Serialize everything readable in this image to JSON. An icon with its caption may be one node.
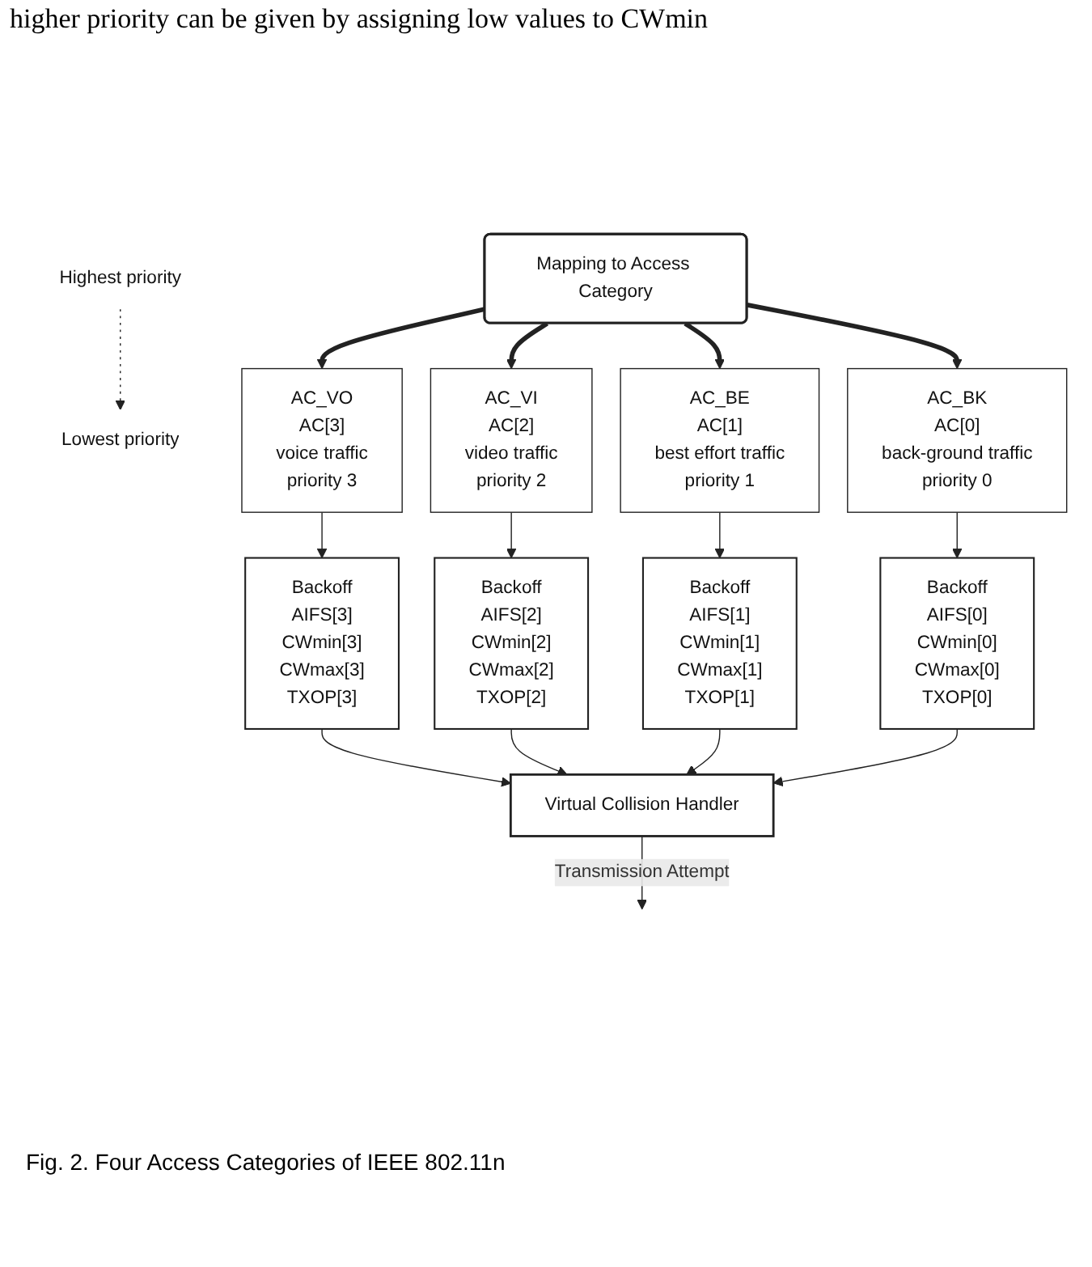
{
  "diagram": {
    "caption": "Fig. 2. Four Access Categories of IEEE 802.11n",
    "nodes": [
      {
        "text": [
          "Mapping to Access Category"
        ]
      },
      {
        "text": [
          "Highest priority"
        ]
      },
      {
        "text": [
          "Lowest priority"
        ]
      },
      {
        "text": [
          "AC_VO",
          "AC[3]",
          "voice traffic",
          "priority 3"
        ]
      },
      {
        "text": [
          "AC_VI",
          "AC[2]",
          "video traffic",
          "priority 2"
        ]
      },
      {
        "text": [
          "AC_BE",
          "AC[1]",
          "best effort traffic",
          "priority 1"
        ]
      },
      {
        "text": [
          "AC_BK",
          "AC[0]",
          "back-ground traffic",
          "priority 0"
        ]
      },
      {
        "text": [
          "Backoff",
          "AIFS[3]",
          "CWmin[3]",
          "CWmax[3]",
          "TXOP[3]"
        ]
      },
      {
        "text": [
          "Backoff",
          "AIFS[2]",
          "CWmin[2]",
          "CWmax[2]",
          "TXOP[2]"
        ]
      },
      {
        "text": [
          "Backoff",
          "AIFS[1]",
          "CWmin[1]",
          "CWmax[1]",
          "TXOP[1]"
        ]
      },
      {
        "text": [
          "Backoff",
          "AIFS[0]",
          "CWmin[0]",
          "CWmax[0]",
          "TXOP[0]"
        ]
      },
      {
        "text": [
          "Virtual Collision Handler"
        ]
      }
    ],
    "edges": [
      {
        "from": 0,
        "to": 3,
        "arrow": "to",
        "style": "thick"
      },
      {
        "from": 0,
        "to": 4,
        "arrow": "to",
        "style": "thick"
      },
      {
        "from": 0,
        "to": 5,
        "arrow": "to",
        "style": "thick"
      },
      {
        "from": 0,
        "to": 6,
        "arrow": "to",
        "style": "thick"
      },
      {
        "from": 1,
        "to": 2,
        "arrow": "to",
        "style": "dashed"
      },
      {
        "from": 3,
        "to": 7,
        "arrow": "to"
      },
      {
        "from": 4,
        "to": 8,
        "arrow": "to"
      },
      {
        "from": 5,
        "to": 9,
        "arrow": "to"
      },
      {
        "from": 6,
        "to": 10,
        "arrow": "to"
      },
      {
        "from": 7,
        "to": 11,
        "arrow": "to"
      },
      {
        "from": 8,
        "to": 11,
        "arrow": "to"
      },
      {
        "from": 9,
        "to": 11,
        "arrow": "to"
      },
      {
        "from": 10,
        "to": 11,
        "arrow": "to"
      },
      {
        "from": 11,
        "to": null,
        "arrow": "to",
        "label": "Transmission Attempt"
      }
    ],
    "labels": [
      "higher priority can be given by assigning low values to CWmin"
    ]
  }
}
